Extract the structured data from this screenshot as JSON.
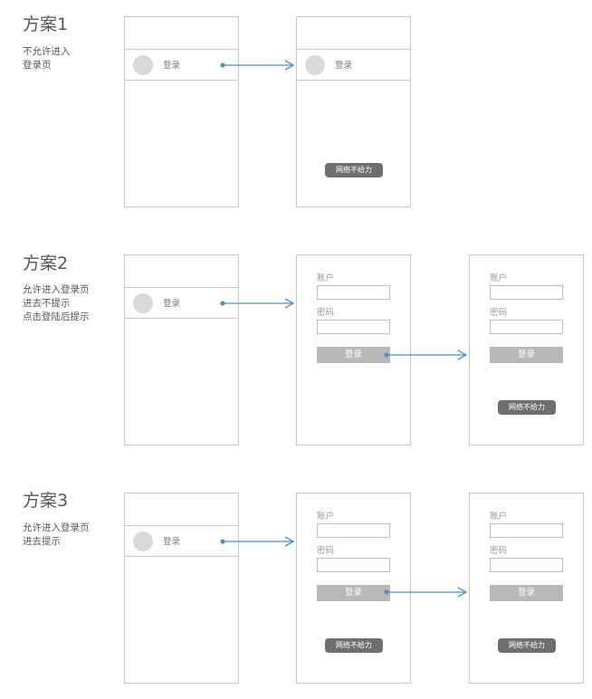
{
  "colors": {
    "arrow": "#4a90d0",
    "frame_border": "#c8c8c8",
    "button": "#b8b8b8",
    "toast": "#6f6f6f",
    "avatar": "#d9d9d9"
  },
  "sections": [
    {
      "title": "方案1",
      "desc": [
        "不允许进入",
        "登录页"
      ],
      "start_screen": {
        "bar_label": "登录"
      },
      "result_screen": {
        "bar_label": "登录",
        "toast": "网络不给力"
      }
    },
    {
      "title": "方案2",
      "desc": [
        "允许进入登录页",
        "进去不提示",
        "点击登陆后提示"
      ],
      "start_screen": {
        "bar_label": "登录"
      },
      "login_screen": {
        "account_label": "账户",
        "password_label": "密码",
        "button": "登录"
      },
      "result_screen": {
        "account_label": "账户",
        "password_label": "密码",
        "button": "登录",
        "toast": "网络不给力"
      }
    },
    {
      "title": "方案3",
      "desc": [
        "允许进入登录页",
        "进去提示"
      ],
      "start_screen": {
        "bar_label": "登录"
      },
      "login_screen": {
        "account_label": "账户",
        "password_label": "密码",
        "button": "登录",
        "toast": "网络不给力"
      },
      "result_screen": {
        "account_label": "账户",
        "password_label": "密码",
        "button": "登录",
        "toast": "网络不给力"
      }
    }
  ]
}
